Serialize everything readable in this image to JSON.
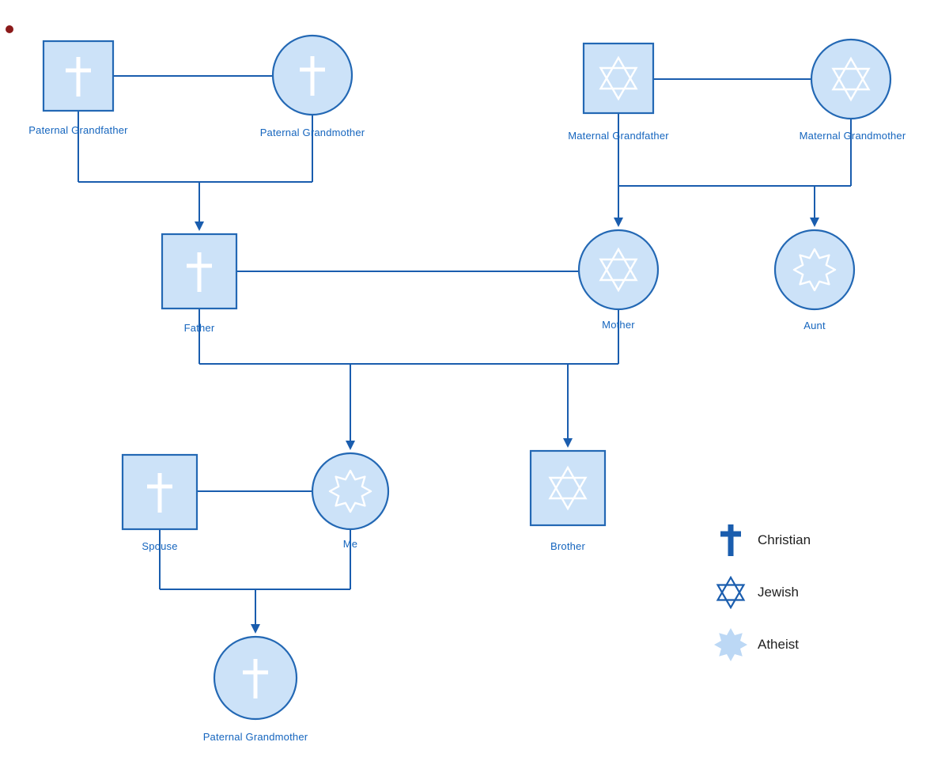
{
  "diagram": {
    "type": "genogram-family-tree",
    "nodes": [
      {
        "label": "Paternal Grandfather",
        "shape": "square",
        "religion": "Christian"
      },
      {
        "label": "Paternal Grandmother",
        "shape": "circle",
        "religion": "Christian"
      },
      {
        "label": "Maternal Grandfather",
        "shape": "square",
        "religion": "Jewish"
      },
      {
        "label": "Maternal Grandmother",
        "shape": "circle",
        "religion": "Jewish"
      },
      {
        "label": "Father",
        "shape": "square",
        "religion": "Christian"
      },
      {
        "label": "Mother",
        "shape": "circle",
        "religion": "Jewish"
      },
      {
        "label": "Aunt",
        "shape": "circle",
        "religion": "Atheist"
      },
      {
        "label": "Spouse",
        "shape": "square",
        "religion": "Christian"
      },
      {
        "label": "Me",
        "shape": "circle",
        "religion": "Atheist"
      },
      {
        "label": "Brother",
        "shape": "square",
        "religion": "Jewish"
      },
      {
        "label": "Paternal Grandmother",
        "shape": "circle",
        "religion": "Christian"
      }
    ],
    "relationships": {
      "couples": [
        [
          "Paternal Grandfather",
          "Paternal Grandmother"
        ],
        [
          "Maternal Grandfather",
          "Maternal Grandmother"
        ],
        [
          "Father",
          "Mother"
        ],
        [
          "Spouse",
          "Me"
        ]
      ],
      "children": [
        {
          "parents": [
            "Paternal Grandfather",
            "Paternal Grandmother"
          ],
          "children": [
            "Father"
          ]
        },
        {
          "parents": [
            "Maternal Grandfather",
            "Maternal Grandmother"
          ],
          "children": [
            "Mother",
            "Aunt"
          ]
        },
        {
          "parents": [
            "Father",
            "Mother"
          ],
          "children": [
            "Me",
            "Brother"
          ]
        },
        {
          "parents": [
            "Spouse",
            "Me"
          ],
          "children": [
            "Paternal Grandmother"
          ]
        }
      ]
    }
  },
  "legend": {
    "items": [
      {
        "label": "Christian",
        "icon": "cross-icon"
      },
      {
        "label": "Jewish",
        "icon": "star-of-david-icon"
      },
      {
        "label": "Atheist",
        "icon": "eight-pointed-star-icon"
      }
    ]
  },
  "colors": {
    "node_fill": "#CCE2F8",
    "node_stroke": "#2368B4",
    "connector": "#1A5DAE",
    "node_label": "#1565BE",
    "legend_text": "#1F1F1F",
    "symbol_on_node": "#FFFFFF",
    "atheist_legend_fill": "#BCD8F5"
  }
}
